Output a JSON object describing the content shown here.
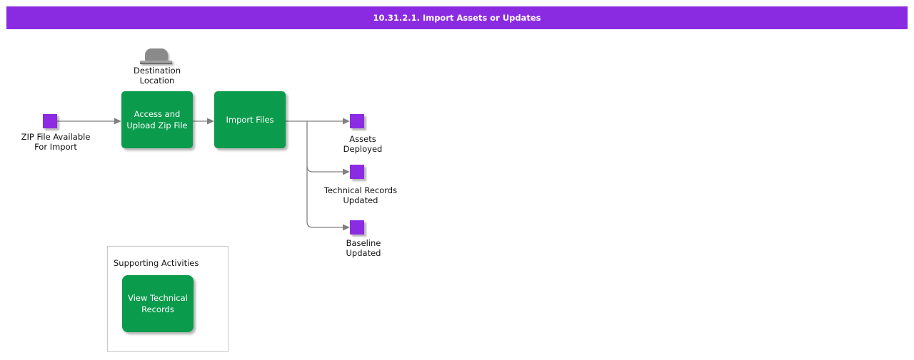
{
  "page_title": "10.31.2.1. Import Assets or Updates",
  "colors": {
    "header_bg": "#8A2BE2",
    "event_fill": "#8C2BE2",
    "activity_fill": "#0A9B4C",
    "connector": "#808080"
  },
  "diagram": {
    "resource": {
      "label": "Destination\nLocation"
    },
    "start_event": {
      "label": "ZIP File Available\nFor Import"
    },
    "activities": [
      {
        "label": "Access and\nUpload Zip File"
      },
      {
        "label": "Import Files"
      },
      {
        "label": "View Technical\nRecords"
      }
    ],
    "end_events": [
      {
        "label": "Assets\nDeployed"
      },
      {
        "label": "Technical Records\nUpdated"
      },
      {
        "label": "Baseline\nUpdated"
      }
    ],
    "supporting_group": {
      "title": "Supporting Activities"
    }
  }
}
